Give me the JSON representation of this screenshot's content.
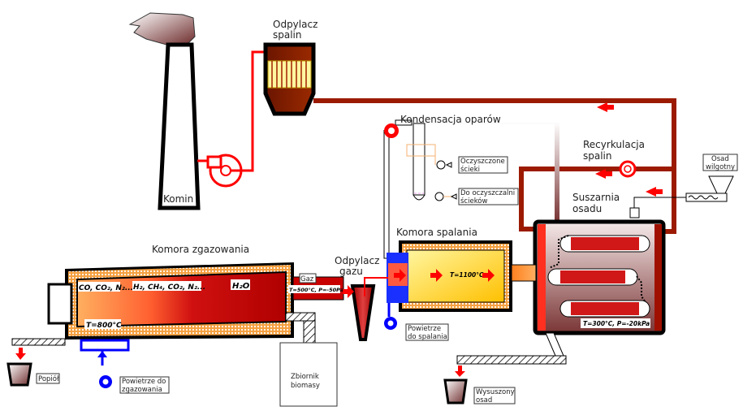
{
  "title": "Schemat instalacji zgazowania i suszenia osadu",
  "labels": {
    "komin": "Komin",
    "odpylacz_spalin": [
      "Odpylacz",
      "spalin"
    ],
    "kondensacja": "Kondensacja oparów",
    "oczyszczone": [
      "Oczyszczone",
      "ścieki"
    ],
    "do_oczyszczalni": [
      "Do oczyszczalni",
      "ścieków"
    ],
    "recyrkulacja": [
      "Recyrkulacja",
      "spalin"
    ],
    "osad_wilgotny": [
      "Osad",
      "wilgotny"
    ],
    "suszarnia": [
      "Suszarnia",
      "osadu"
    ],
    "komora_zgazowania": "Komora zgazowania",
    "gaz": "Gaz",
    "odpylacz_gazu": [
      "Odpylacz",
      "gazu"
    ],
    "komora_spalania": "Komora spalania",
    "powietrze_spalania": [
      "Powietrze",
      "do spalania"
    ],
    "powietrze_zgazowania": [
      "Powietrze do",
      "zgazowania"
    ],
    "popiol": "Popiół",
    "zbiornik": [
      "Zbiornik",
      "biomasy"
    ],
    "wysuszony": [
      "Wysuszony",
      "osad"
    ]
  },
  "gasifier": {
    "zone1": "CO, CO₂, N₂...",
    "zone2": "H₂, CH₄, CO₂, N₂...",
    "zone3": "H₂O",
    "temp": "T=800°C",
    "gas_params": "T=500°C, P=-50Pa"
  },
  "combustion": {
    "temp": "T=1100°C"
  },
  "dryer": {
    "params": "T=300°C, P=-20kPa"
  },
  "colors": {
    "flue": "#9b1a00",
    "hot": "#ff0000",
    "air": "#0000ff",
    "refractory": "#f5a040"
  }
}
